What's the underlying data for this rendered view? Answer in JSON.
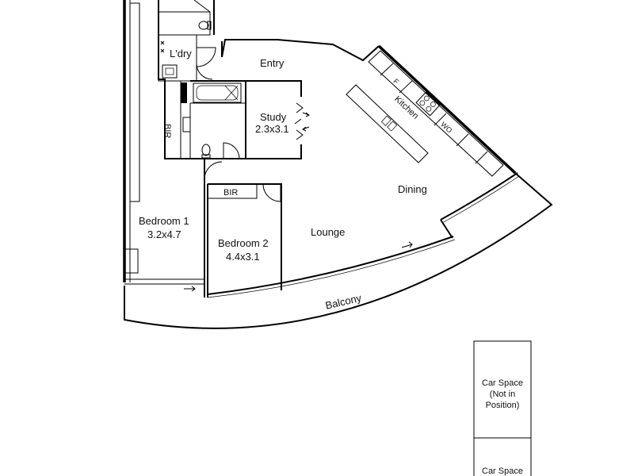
{
  "rooms": {
    "laundry": "L'dry",
    "entry": "Entry",
    "study": "Study",
    "study_size": "2.3x3.1",
    "kitchen": "Kitchen",
    "dining": "Dining",
    "lounge": "Lounge",
    "bedroom1": "Bedroom 1",
    "bedroom1_size": "3.2x4.7",
    "bedroom2": "Bedroom 2",
    "bedroom2_size": "4.4x3.1",
    "bir_left": "BIR",
    "bir_bedroom2": "BIR",
    "balcony": "Balcony"
  },
  "appliances": {
    "fridge": "F",
    "washer": "WO"
  },
  "car_spaces": {
    "space1_line1": "Car Space",
    "space1_line2": "(Not in",
    "space1_line3": "Position)",
    "space2_line1": "Car Space"
  }
}
